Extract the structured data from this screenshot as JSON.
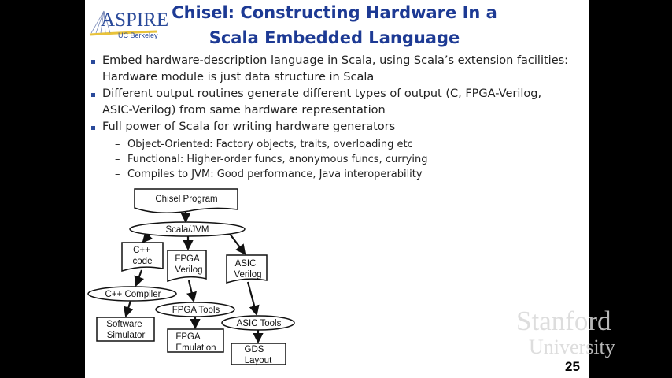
{
  "logo": {
    "name": "ASPIRE",
    "sub": "UC Berkeley"
  },
  "title": [
    "Chisel: Constructing Hardware In a",
    "Scala Embedded Language"
  ],
  "bullets": [
    {
      "lines": [
        "Embed hardware-description language in Scala, using Scala’s extension facilities:",
        "Hardware module is just data structure in Scala"
      ]
    },
    {
      "lines": [
        "Different output routines generate different types of output (C, FPGA-Verilog,",
        "ASIC-Verilog) from same hardware representation"
      ]
    },
    {
      "lines": [
        "Full power of Scala for writing hardware generators"
      ]
    }
  ],
  "sub_bullets": [
    "Object-Oriented: Factory objects, traits, overloading etc",
    "Functional: Higher-order funcs, anonymous funcs, currying",
    "Compiles to JVM: Good performance, Java interoperability"
  ],
  "diagram": {
    "chisel_program": "Chisel Program",
    "scala_jvm": "Scala/JVM",
    "cpp_code": [
      "C++",
      "code"
    ],
    "fpga_verilog": [
      "FPGA",
      "Verilog"
    ],
    "asic_verilog": [
      "ASIC",
      "Verilog"
    ],
    "cpp_compiler": "C++ Compiler",
    "fpga_tools": "FPGA Tools",
    "asic_tools": "ASIC Tools",
    "software_simulator": [
      "Software",
      "Simulator"
    ],
    "fpga_emulation": [
      "FPGA",
      "Emulation"
    ],
    "gds_layout": [
      "GDS",
      "Layout"
    ]
  },
  "watermark": {
    "line1": "Stanford",
    "line2": "University"
  },
  "page_number": "25"
}
